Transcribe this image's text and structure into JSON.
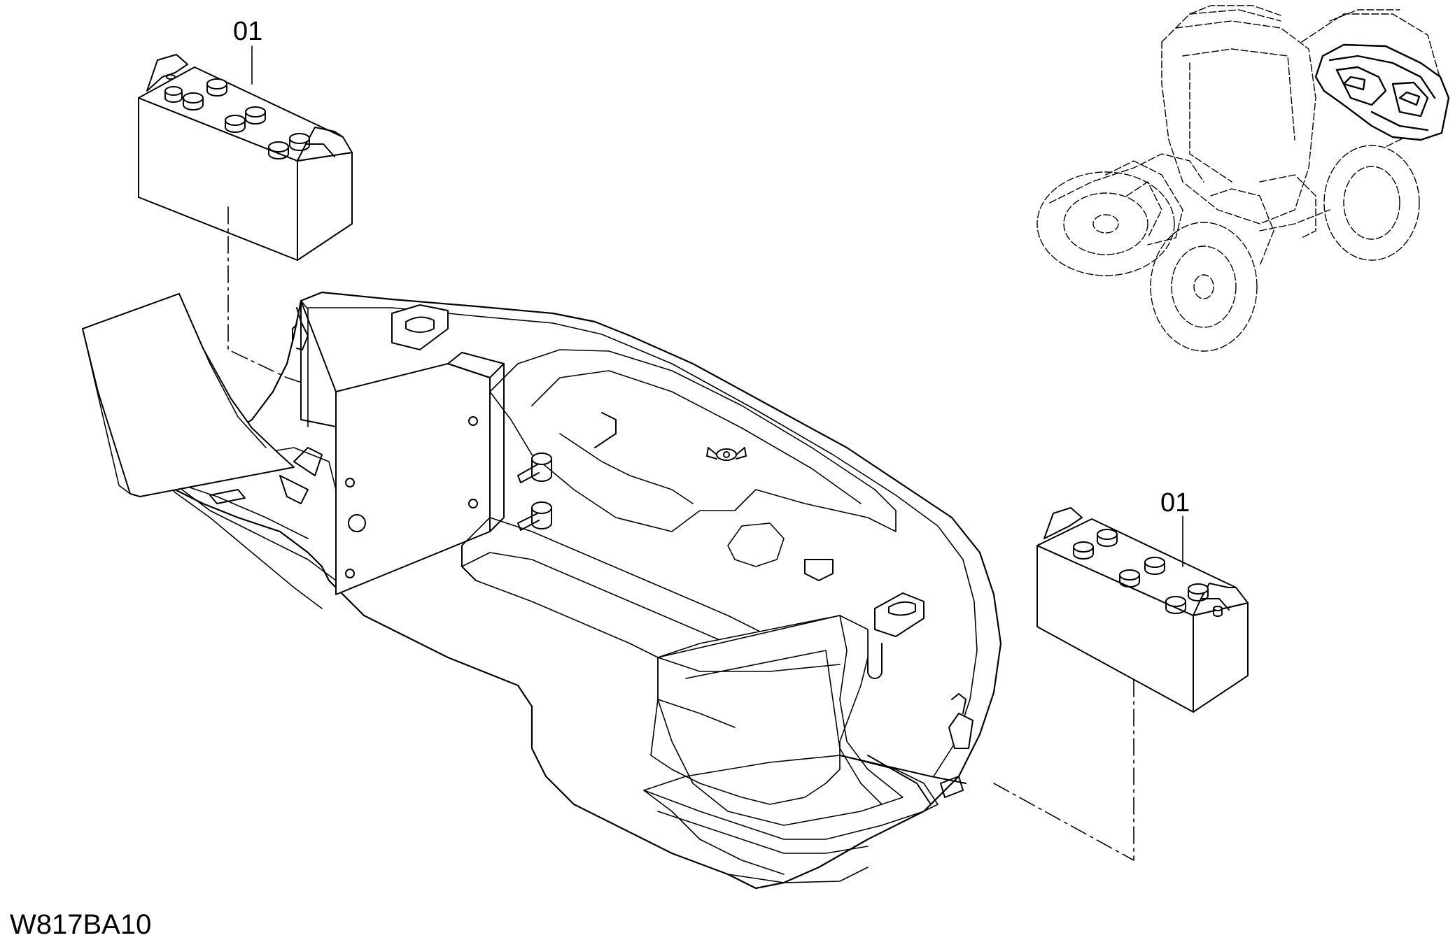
{
  "drawing": {
    "code": "W817BA10",
    "callouts": [
      {
        "id": "battery-top",
        "label": "01"
      },
      {
        "id": "battery-right",
        "label": "01"
      }
    ],
    "ink_color": "#000000",
    "background_color": "#ffffff"
  }
}
